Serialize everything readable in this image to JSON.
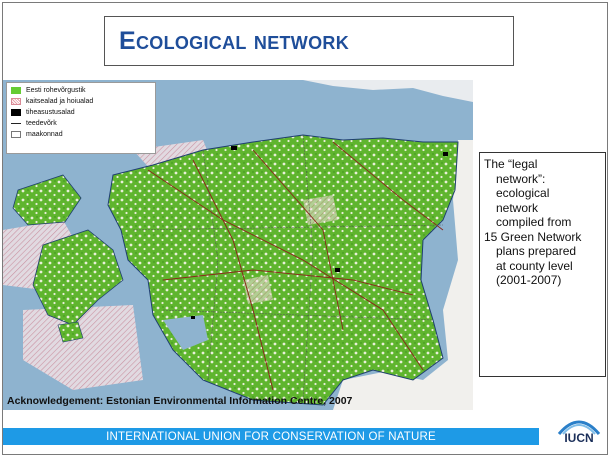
{
  "slide": {
    "title": "Ecological network",
    "acknowledgement": "Acknowledgement: Estonian Environmental Information Centre, 2007",
    "footer": "INTERNATIONAL UNION FOR CONSERVATION OF NATURE",
    "logo_text": "IUCN"
  },
  "legend": {
    "items": [
      {
        "label": "Eesti rohevõrgustik",
        "color": "#66cc33"
      },
      {
        "label": "kaitsealad ja hoiualad",
        "color": "#e8a0a8"
      },
      {
        "label": "tiheasustusalad",
        "color": "#000000"
      },
      {
        "label": "teedevõrk",
        "color": "#222222"
      },
      {
        "label": "maakonnad",
        "color": "#ffffff"
      }
    ]
  },
  "note": {
    "lines": [
      "The “legal",
      "network”:",
      "ecological",
      "network",
      "compiled from",
      "15 Green Network",
      "plans prepared",
      "at county level",
      "(2001-2007)"
    ]
  },
  "colors": {
    "title": "#1f4e9a",
    "footer_bg": "#1e9ae6",
    "sea": "#8eb3cf",
    "land": "#f3f1ec",
    "green_network": "#66bb33",
    "protected": "#d98a96"
  }
}
